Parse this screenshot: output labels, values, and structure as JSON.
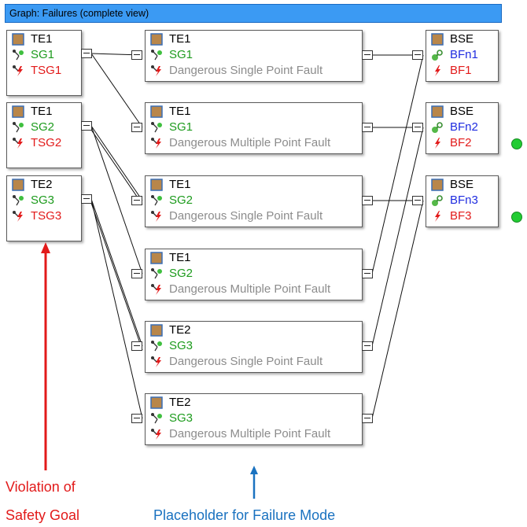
{
  "window": {
    "title": "Graph: Failures (complete view)"
  },
  "colors": {
    "titlebar": "#3b9af3",
    "goal_text": "#1d9b1d",
    "violation_text": "#e21a1a",
    "function_text": "#1f2ce0",
    "mode_text": "#8c8c8c",
    "status_ok": "#22cc33",
    "annotation_red": "#e21a1a",
    "annotation_blue": "#1a72c0"
  },
  "left_nodes": [
    {
      "element": "TE1",
      "goal": "SG1",
      "violation": "TSG1"
    },
    {
      "element": "TE1",
      "goal": "SG2",
      "violation": "TSG2"
    },
    {
      "element": "TE2",
      "goal": "SG3",
      "violation": "TSG3"
    }
  ],
  "middle_nodes": [
    {
      "element": "TE1",
      "goal": "SG1",
      "mode": "Dangerous Single Point Fault"
    },
    {
      "element": "TE1",
      "goal": "SG1",
      "mode": "Dangerous Multiple Point Fault"
    },
    {
      "element": "TE1",
      "goal": "SG2",
      "mode": "Dangerous Single Point Fault"
    },
    {
      "element": "TE1",
      "goal": "SG2",
      "mode": "Dangerous Multiple Point Fault"
    },
    {
      "element": "TE2",
      "goal": "SG3",
      "mode": "Dangerous Single Point Fault"
    },
    {
      "element": "TE2",
      "goal": "SG3",
      "mode": "Dangerous Multiple Point Fault"
    }
  ],
  "right_nodes": [
    {
      "element": "BSE",
      "function": "BFn1",
      "failure": "BF1",
      "status": null
    },
    {
      "element": "BSE",
      "function": "BFn2",
      "failure": "BF2",
      "status": "ok"
    },
    {
      "element": "BSE",
      "function": "BFn3",
      "failure": "BF3",
      "status": "ok"
    }
  ],
  "edges": [
    {
      "from": "left.0",
      "to": "middle.0"
    },
    {
      "from": "left.0",
      "to": "middle.1"
    },
    {
      "from": "left.1",
      "to": "middle.2"
    },
    {
      "from": "left.1",
      "to": "middle.2"
    },
    {
      "from": "left.1",
      "to": "middle.3"
    },
    {
      "from": "left.2",
      "to": "middle.4"
    },
    {
      "from": "left.2",
      "to": "middle.4"
    },
    {
      "from": "left.2",
      "to": "middle.5"
    },
    {
      "from": "middle.0",
      "to": "right.0"
    },
    {
      "from": "middle.1",
      "to": "right.1"
    },
    {
      "from": "middle.2",
      "to": "right.2"
    },
    {
      "from": "middle.3",
      "to": "right.0"
    },
    {
      "from": "middle.4",
      "to": "right.1"
    },
    {
      "from": "middle.5",
      "to": "right.2"
    }
  ],
  "annotations": {
    "violation_line1": "Violation of",
    "violation_line2": "Safety Goal",
    "placeholder": "Placeholder for Failure Mode"
  }
}
